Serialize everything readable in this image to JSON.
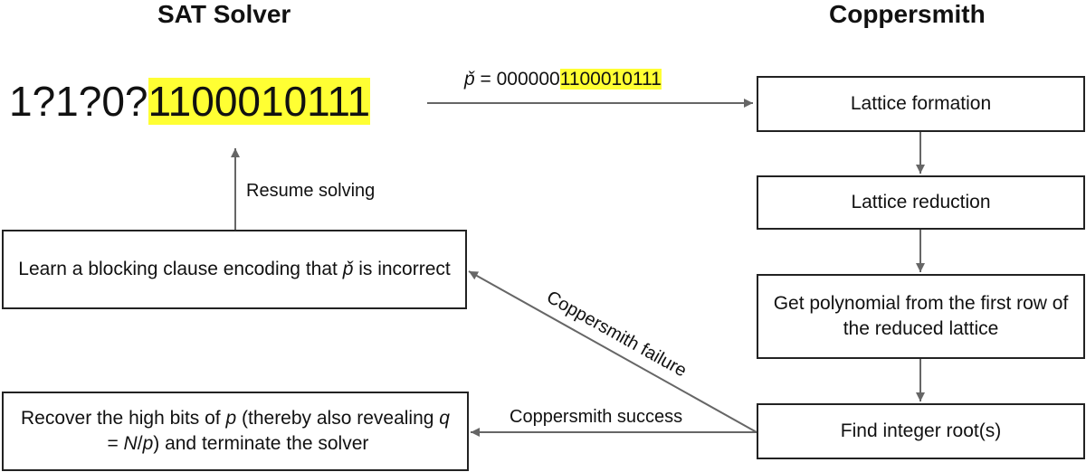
{
  "headings": {
    "left": "SAT Solver",
    "right": "Coppersmith"
  },
  "partial_assignment": {
    "unknown_part": "1?1?0?",
    "known_bits": "1100010111"
  },
  "candidate": {
    "symbol": "p̌",
    "eq": " = ",
    "zeros": "000000",
    "bits": "1100010111"
  },
  "coppersmith_steps": [
    "Lattice formation",
    "Lattice reduction",
    "Get polynomial from the first row of the reduced lattice",
    "Find integer root(s)"
  ],
  "solver_boxes": {
    "learn_prefix": "Learn a blocking clause encoding that ",
    "learn_symbol": "p̌",
    "learn_suffix": " is incorrect",
    "recover_1": "Recover the high bits of ",
    "recover_p1": "p",
    "recover_2": " (thereby also revealing ",
    "recover_q": "q",
    "recover_3": " = ",
    "recover_N": "N",
    "recover_4": "/",
    "recover_p2": "p",
    "recover_5": ") and terminate the solver"
  },
  "edge_labels": {
    "resume": "Resume solving",
    "failure": "Coppersmith failure",
    "success": "Coppersmith success"
  },
  "colors": {
    "highlight": "#ffff33",
    "arrow": "#666666",
    "box_border": "#222222"
  }
}
